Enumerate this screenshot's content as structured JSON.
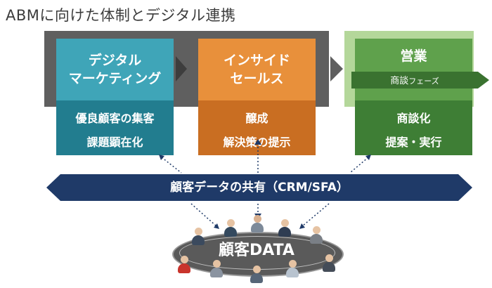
{
  "title": "ABMに向けた体制とデジタル連携",
  "digital": {
    "head": [
      "デジタル",
      "マーケティング"
    ],
    "items": [
      "優良顧客の集客",
      "課題顕在化"
    ]
  },
  "inside": {
    "head": [
      "インサイド",
      "セールス"
    ],
    "items": [
      "醸成",
      "解決策の提示"
    ]
  },
  "sales": {
    "head": "営業",
    "phase_main": "商談",
    "phase_sub": "フェーズ",
    "items": [
      "商談化",
      "提案・実行"
    ]
  },
  "share_bar": "顧客データの共有（CRM/SFA）",
  "hub": "顧客DATA",
  "colors": {
    "digital": "#3fa5b8",
    "inside": "#e8903b",
    "sales": "#5fa14c",
    "navy": "#1f3a68"
  }
}
